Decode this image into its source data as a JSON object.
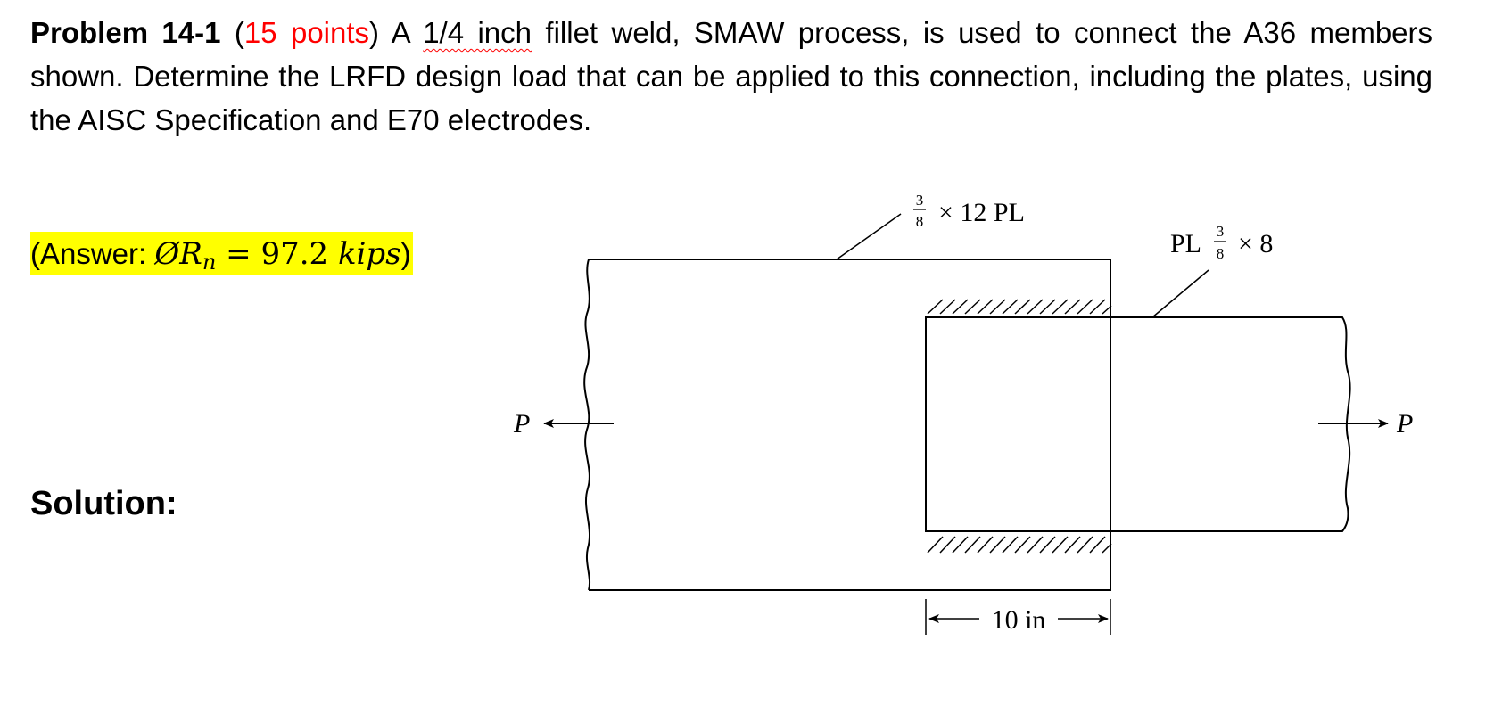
{
  "problem": {
    "label": "Problem 14-1",
    "open_paren": " (",
    "points": "15 points",
    "after_points": ") A ",
    "weld_size": "1/4 inch",
    "rest": " fillet weld, SMAW process, is used to connect the A36 members shown. Determine the LRFD design load that can be applied to this connection, including the plates, using the AISC Specification and E70 electrodes."
  },
  "answer": {
    "prefix": "(Answer: ",
    "symbol": "ØR",
    "subscript": "n",
    "equals": " = ",
    "value": "97.2",
    "unit": " kips",
    "suffix": ")"
  },
  "solution_label": "Solution:",
  "figure": {
    "plate_top": {
      "frac_num": "3",
      "frac_den": "8",
      "text": "× 12 PL"
    },
    "plate_right": {
      "prefix": "PL",
      "frac_num": "3",
      "frac_den": "8",
      "text": "× 8"
    },
    "load_left": "P",
    "load_right": "P",
    "dimension": "10 in"
  },
  "colors": {
    "points": "#ff0000",
    "highlight": "#ffff00",
    "text": "#000000"
  }
}
